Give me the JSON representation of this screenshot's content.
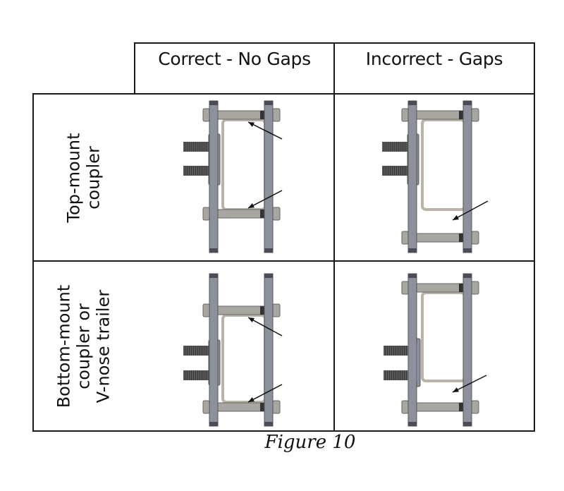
{
  "table": {
    "column_headers": [
      "Correct - No Gaps",
      "Incorrect - Gaps"
    ],
    "row_labels": [
      {
        "lines": [
          "Top-mount",
          "coupler"
        ]
      },
      {
        "lines": [
          "Bottom-mount",
          "coupler or",
          "V-nose trailer"
        ]
      }
    ],
    "cells": [
      {
        "row": "Top-mount coupler",
        "column": "Correct - No Gaps",
        "gap": false,
        "arrows": 2
      },
      {
        "row": "Top-mount coupler",
        "column": "Incorrect - Gaps",
        "gap": true,
        "arrows": 1
      },
      {
        "row": "Bottom-mount coupler or V-nose trailer",
        "column": "Correct - No Gaps",
        "gap": false,
        "arrows": 2
      },
      {
        "row": "Bottom-mount coupler or V-nose trailer",
        "column": "Incorrect - Gaps",
        "gap": true,
        "arrows": 1
      }
    ]
  },
  "caption": "Figure 10",
  "colors": {
    "plate": "#8d919c",
    "plate_dark": "#4a4d57",
    "bolt": "#a7a6a0",
    "tube_outline": "#b9b3a8",
    "coupler_pad": "#b8b8f0",
    "thread": "#3a3a3a",
    "arrow": "#111111",
    "grid": "#1a1a1a"
  }
}
